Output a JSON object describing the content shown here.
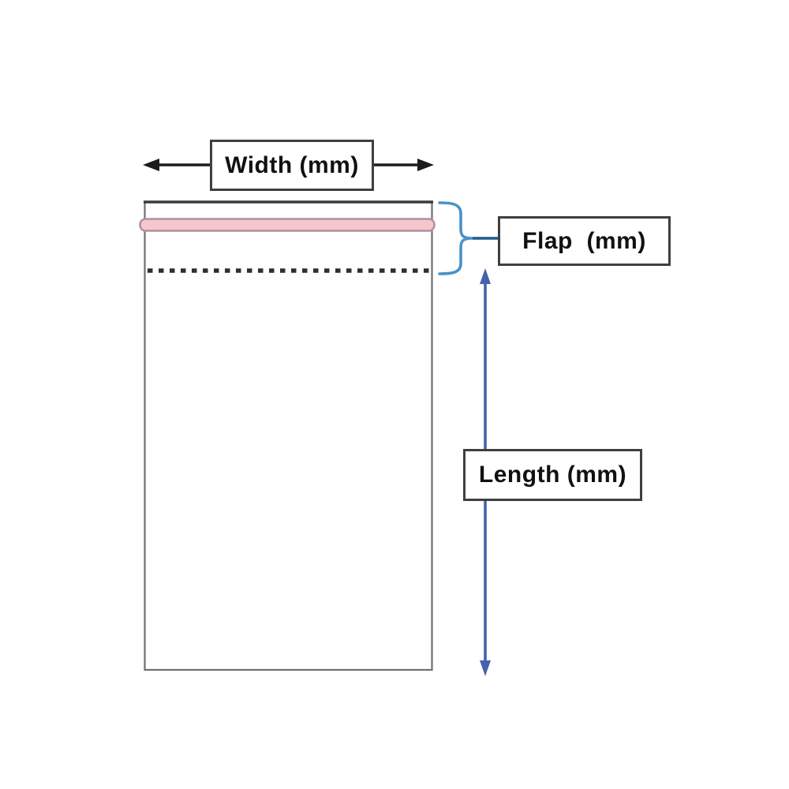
{
  "diagram": {
    "labels": {
      "width": "Width (mm)",
      "flap": "Flap  (mm)",
      "length": "Length (mm)"
    },
    "colors": {
      "background": "#ffffff",
      "label_text": "#111111",
      "label_border": "#3f3f3f",
      "label_bg": "#ffffff",
      "black_arrow": "#1c1c1c",
      "blue_arrow": "#4463ae",
      "brace": "#4b92c6",
      "brace_connector": "#1f5c8e",
      "bag_border": "#6f6f6f",
      "bag_top_edge": "#3a3a3a",
      "bag_fill": "#fefefe",
      "tape_fill": "#f5c6ce",
      "tape_border": "#b18fa0",
      "fold_line": "#2e2e2e"
    }
  }
}
